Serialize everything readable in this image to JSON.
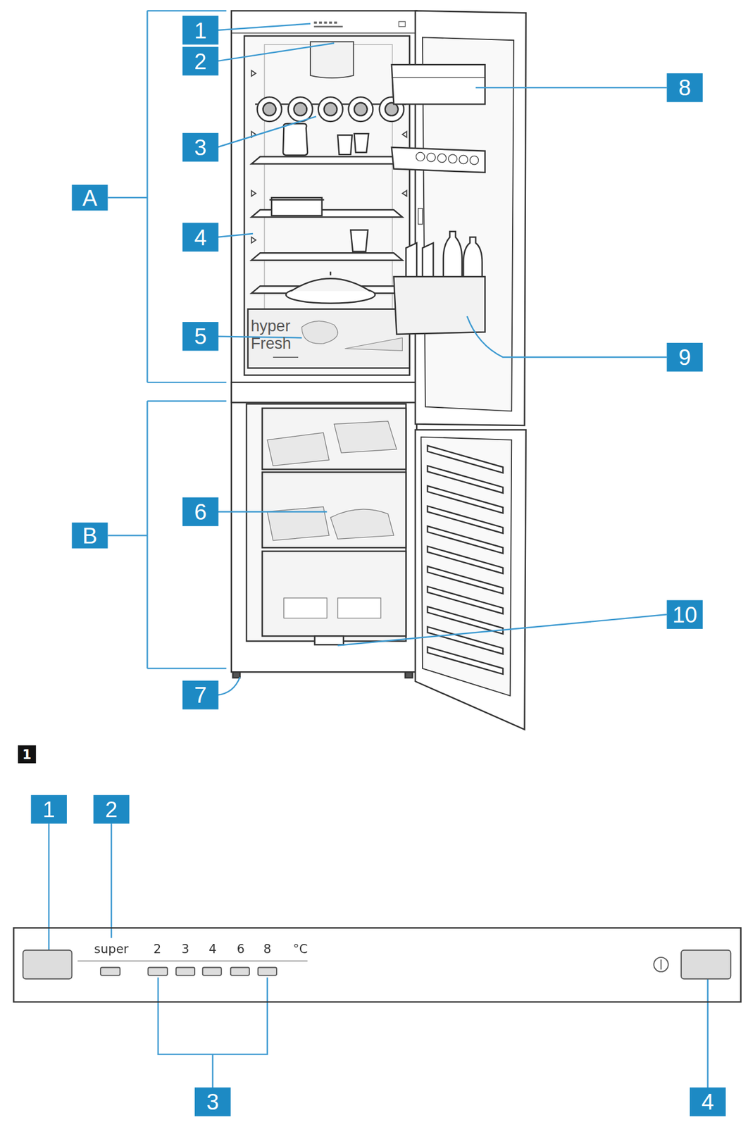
{
  "diagram": {
    "nodes": [
      {
        "text": [
          "super",
          "2",
          "3",
          "4",
          "6",
          "8",
          "°C"
        ]
      }
    ],
    "labels": [
      "1",
      "2",
      "3",
      "A",
      "4",
      "5",
      "6",
      "B",
      "7",
      "8",
      "9",
      "10",
      "hyper",
      "Fresh",
      "1",
      "1",
      "2",
      "3",
      "4"
    ]
  }
}
